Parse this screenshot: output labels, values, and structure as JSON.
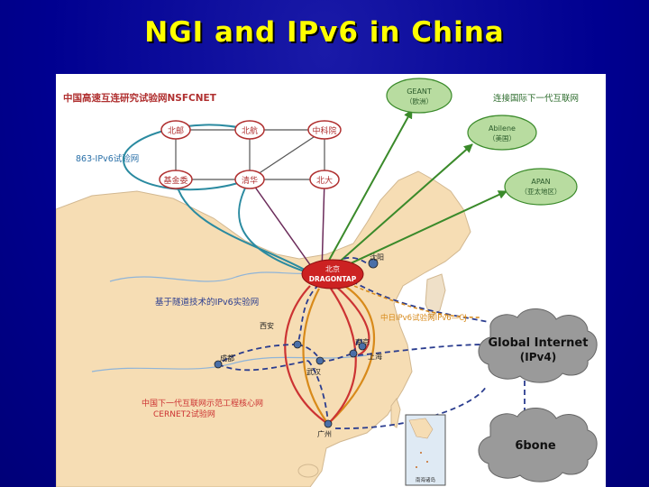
{
  "slide": {
    "title": "NGI and IPv6 in China"
  },
  "map": {
    "nsfcnet_title": "中国高速互连研究试验网NSFCNET",
    "intl_title": "连接国际下一代互联网",
    "ipv6_863": "863-IPv6试验网",
    "nodes": {
      "beiyou": "北邮",
      "beihang": "北航",
      "zhongkeyuan": "中科院",
      "jijinwei": "基金委",
      "qinghua": "清华",
      "beida": "北大"
    },
    "intl": {
      "geant_name": "GEANT",
      "geant_sub": "（欧洲）",
      "abilene_name": "Abilene",
      "abilene_sub": "（美国）",
      "apan_name": "APAN",
      "apan_sub": "（亚太地区）"
    },
    "beijing_label": "北京",
    "dragontap_label": "DRAGONTAP",
    "cities": {
      "shenyang": "沈阳",
      "xian": "西安",
      "nanjing": "南京",
      "chengdu": "成都",
      "wuhan": "武汉",
      "shanghai": "上海",
      "guangzhou": "广州"
    },
    "tunnel_label": "基于隧道技术的IPv6实验网",
    "cj_label": "中日IPv6试验网IPv6—CJ",
    "cernet2_line1": "中国下一代互联网示范工程核心网",
    "cernet2_line2": "CERNET2试验网",
    "global_internet_line1": "Global Internet",
    "global_internet_line2": "(IPv4)",
    "sixbone": "6bone",
    "inset_label": "南海诸岛"
  },
  "colors": {
    "background": "#00008f",
    "title": "#ffff00",
    "land": "#f6ddb4",
    "sea": "#ffffff",
    "node_red": "#cc2222",
    "green_link": "#3a8a2a",
    "teal_link": "#2a8aa0",
    "red_link": "#cc3333",
    "orange_link": "#d88a1a",
    "dashed_blue": "#2b3d8f"
  }
}
